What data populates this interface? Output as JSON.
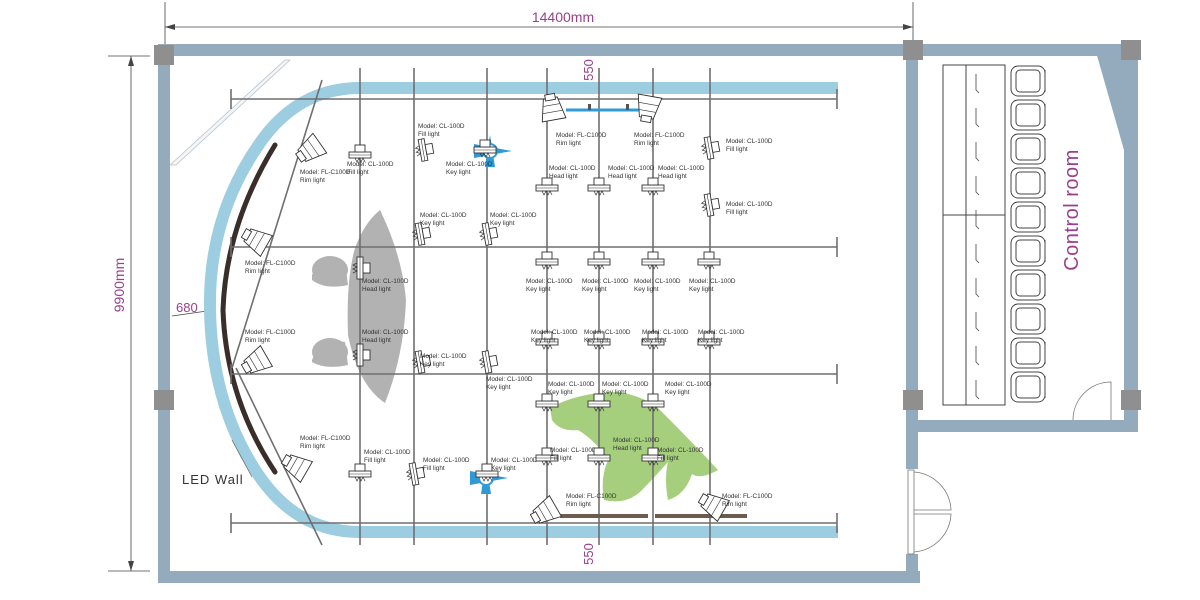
{
  "dimensions": {
    "width": "14400mm",
    "height": "9900mm",
    "wall_offset": "680",
    "track_top": "550",
    "track_bottom": "550"
  },
  "labels": {
    "led_wall": "LED Wall",
    "control_room": "Control room"
  },
  "colors": {
    "wall": "#93abbc",
    "track": "#9ccde0",
    "rail": "#6f6f6f",
    "dimension": "#9b3f8c",
    "subject_grey": "#aaaaaa",
    "subject_green": "#a5cf7c",
    "spot": "#2f9ad6"
  },
  "fixtures": [
    {
      "model": "Model: FL-C100D",
      "role": "Rim light"
    },
    {
      "model": "Model: CL-100D",
      "role": "Fill light"
    },
    {
      "model": "Model: CL-100D",
      "role": "Fill light"
    },
    {
      "model": "Model: CL-100D",
      "role": "Key light"
    },
    {
      "model": "Model: FL-C100D",
      "role": "Rim light"
    },
    {
      "model": "Model: FL-C100D",
      "role": "Rim light"
    },
    {
      "model": "Model: CL-100D",
      "role": "Fill light"
    },
    {
      "model": "Model: CL-100D",
      "role": "Head light"
    },
    {
      "model": "Model: CL-100D",
      "role": "Head light"
    },
    {
      "model": "Model: CL-100D",
      "role": "Head light"
    },
    {
      "model": "Model: CL-100D",
      "role": "Fill light"
    },
    {
      "model": "Model: CL-100D",
      "role": "Key light"
    },
    {
      "model": "Model: CL-100D",
      "role": "Key light"
    },
    {
      "model": "Model: FL-C100D",
      "role": "Rim light"
    },
    {
      "model": "Model: CL-100D",
      "role": "Head light"
    },
    {
      "model": "Model: CL-100D",
      "role": "Key light"
    },
    {
      "model": "Model: CL-100D",
      "role": "Key light"
    },
    {
      "model": "Model: CL-100D",
      "role": "Key light"
    },
    {
      "model": "Model: CL-100D",
      "role": "Key light"
    },
    {
      "model": "Model: FL-C100D",
      "role": "Rim light"
    },
    {
      "model": "Model: CL-100D",
      "role": "Head light"
    },
    {
      "model": "Model: CL-100D",
      "role": "Key light"
    },
    {
      "model": "Model: CL-100D",
      "role": "Key light"
    },
    {
      "model": "Model: CL-100D",
      "role": "Key light"
    },
    {
      "model": "Model: CL-100D",
      "role": "Key light"
    },
    {
      "model": "Model: CL-100D",
      "role": "Key light"
    },
    {
      "model": "Model: CL-100D",
      "role": "Key light"
    },
    {
      "model": "Model: CL-100D",
      "role": "Key light"
    },
    {
      "model": "Model: CL-100D",
      "role": "Key light"
    },
    {
      "model": "Model: CL-100D",
      "role": "Key light"
    },
    {
      "model": "Model: FL-C100D",
      "role": "Rim light"
    },
    {
      "model": "Model: CL-100D",
      "role": "Fill light"
    },
    {
      "model": "Model: CL-100D",
      "role": "Fill light"
    },
    {
      "model": "Model: CL-100D",
      "role": "Key light"
    },
    {
      "model": "Model: CL-100D",
      "role": "Fill light"
    },
    {
      "model": "Model: CL-100D",
      "role": "Head light"
    },
    {
      "model": "Model: CL-100D",
      "role": "Fill light"
    },
    {
      "model": "Model: FL-C100D",
      "role": "Rim light"
    },
    {
      "model": "Model: FL-C100D",
      "role": "Rim light"
    }
  ]
}
